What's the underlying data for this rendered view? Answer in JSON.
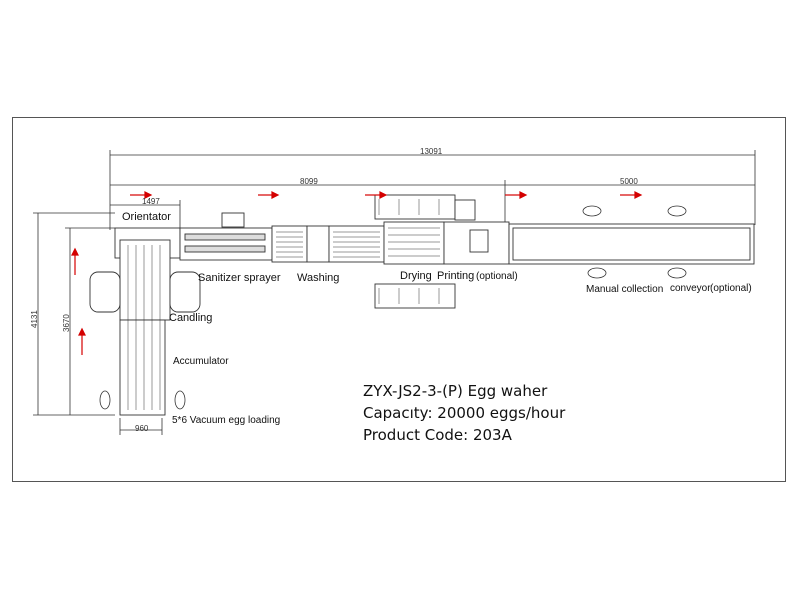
{
  "dimensions": {
    "overall_length": "13091",
    "line_length": "8099",
    "conveyor_length": "5000",
    "orientator_offset": "1497",
    "total_height": "4131",
    "inner_height": "3670",
    "loading_width": "960"
  },
  "stations": {
    "orientator": "Orientator",
    "sanitizer": "Sanitizer sprayer",
    "washing": "Washing",
    "drying": "Drying",
    "printing": "Printing",
    "printing_note": "(optional)",
    "manual_collection": "Manual collection",
    "conveyor": "conveyor",
    "conveyor_note": "(optional)",
    "candling": "Candling",
    "accumulator": "Accumulator",
    "vacuum_loading": "5*6 Vacuum egg loading"
  },
  "spec": {
    "model": "ZYX-JS2-3-(P) Egg waher",
    "capacity": "Capacıty: 20000 eggs/hour",
    "product_code": "Product Code: 203A"
  },
  "colors": {
    "line": "#333333",
    "arrow": "#d40000"
  }
}
